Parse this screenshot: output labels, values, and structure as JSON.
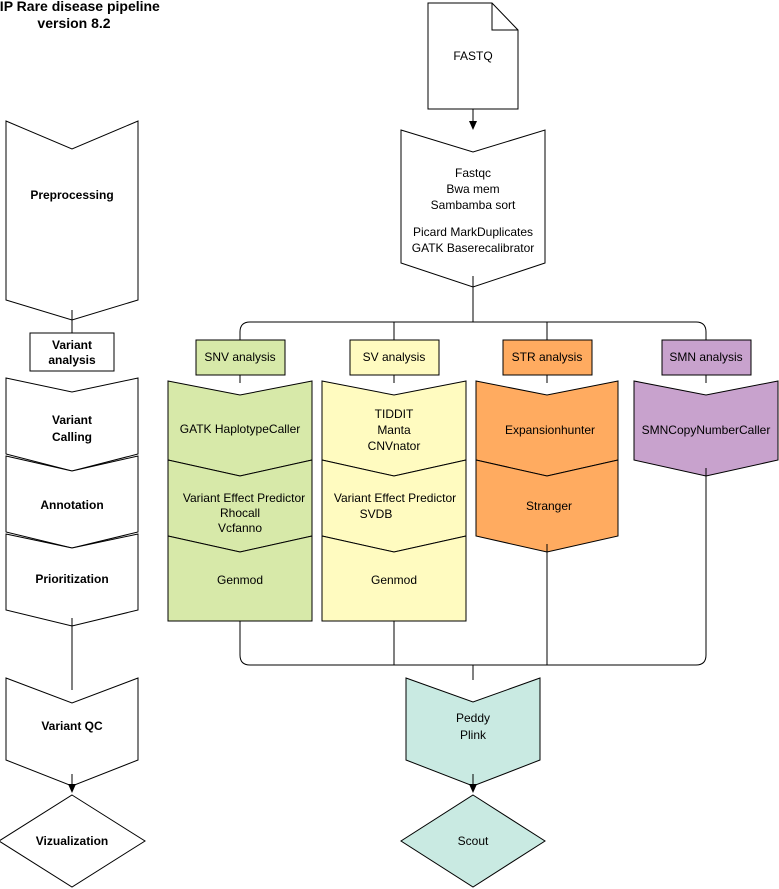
{
  "title": {
    "line1": "MIP Rare disease pipeline",
    "line2": "version 8.2"
  },
  "colors": {
    "snv": "#d7e9a9",
    "sv": "#fffbc0",
    "str": "#ffab60",
    "smn": "#c8a2cd",
    "qc": "#c9eae2",
    "white": "#ffffff",
    "line": "#000000"
  },
  "stages": {
    "preprocessing": "Preprocessing",
    "variant_analysis": [
      "Variant",
      "analysis"
    ],
    "variant_calling": [
      "Variant",
      "Calling"
    ],
    "annotation": "Annotation",
    "prioritization": "Prioritization",
    "variant_qc": "Variant QC",
    "visualization": "Vizualization"
  },
  "input": {
    "fastq": "FASTQ"
  },
  "preprocess_steps": [
    "Fastqc",
    "Bwa mem",
    "Sambamba sort",
    "Picard MarkDuplicates",
    "GATK Baserecalibrator"
  ],
  "analyses": {
    "snv": {
      "label": "SNV analysis",
      "calling": [
        "GATK HaplotypeCaller"
      ],
      "annotation": [
        "Variant Effect Predictor",
        "Rhocall",
        "Vcfanno"
      ],
      "prioritization": [
        "Genmod"
      ]
    },
    "sv": {
      "label": "SV analysis",
      "calling": [
        "TIDDIT",
        "Manta",
        "CNVnator"
      ],
      "annotation": [
        "Variant Effect Predictor",
        "SVDB"
      ],
      "prioritization": [
        "Genmod"
      ]
    },
    "str": {
      "label": "STR analysis",
      "calling": [
        "Expansionhunter"
      ],
      "annotation": [
        "Stranger"
      ]
    },
    "smn": {
      "label": "SMN analysis",
      "calling": [
        "SMNCopyNumberCaller"
      ]
    }
  },
  "qc": {
    "tools": [
      "Peddy",
      "Plink"
    ]
  },
  "output": {
    "scout": "Scout"
  }
}
